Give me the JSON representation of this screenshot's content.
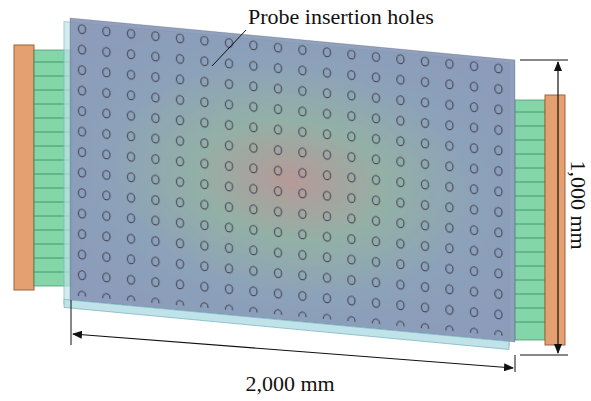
{
  "diagram": {
    "labels": [
      "Probe insertion holes",
      "1,000 mm",
      "2,000 mm"
    ]
  }
}
